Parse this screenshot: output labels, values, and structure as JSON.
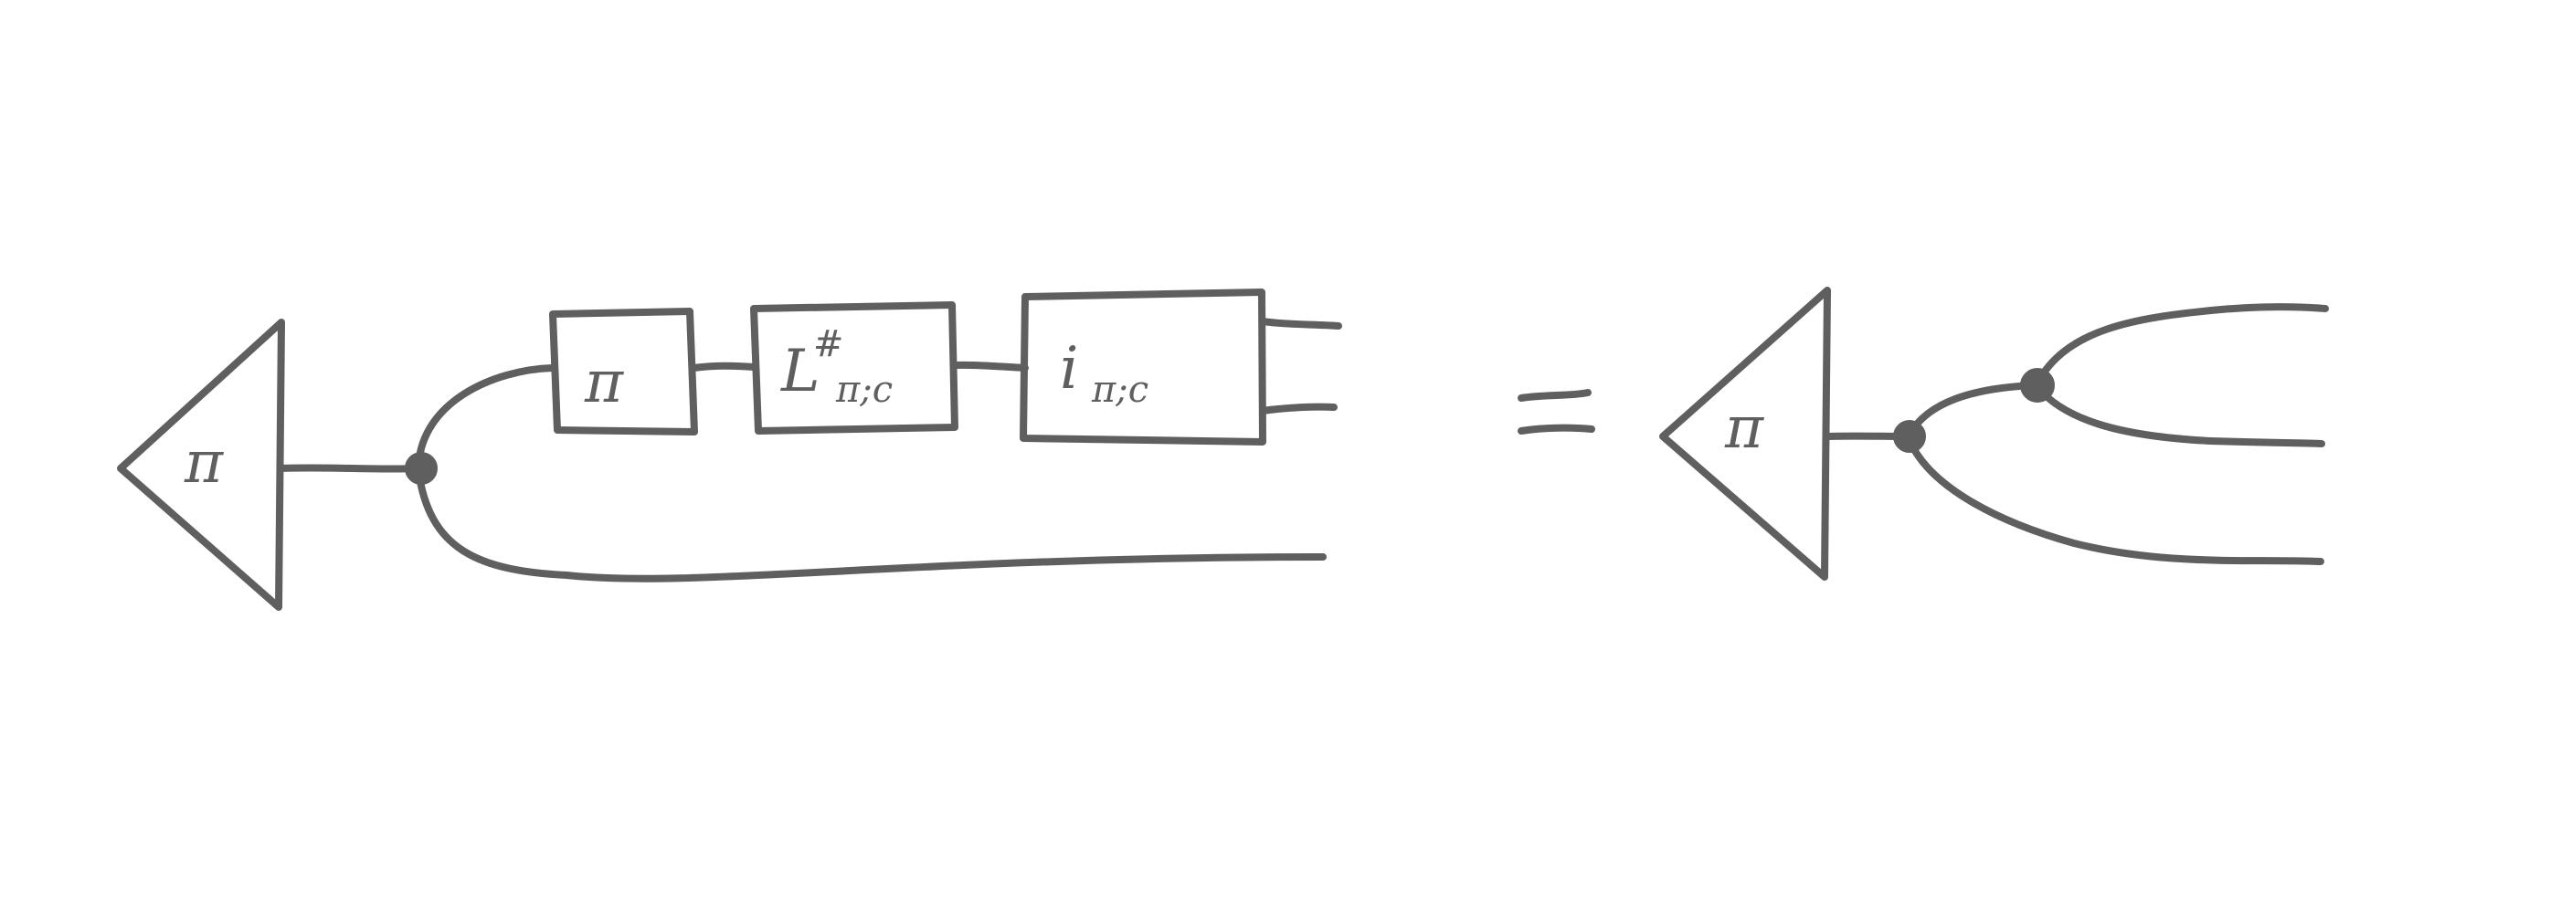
{
  "diagram": {
    "lhs": {
      "state_label": "π",
      "box1_label": "π",
      "box2_prefix": "L",
      "box2_super": "#",
      "box2_sub": "π;c",
      "box3_prefix": "i",
      "box3_sub": "π;c"
    },
    "rhs": {
      "state_label": "π"
    }
  },
  "colors": {
    "ink": "#5f5f5f",
    "background": "#ffffff"
  }
}
